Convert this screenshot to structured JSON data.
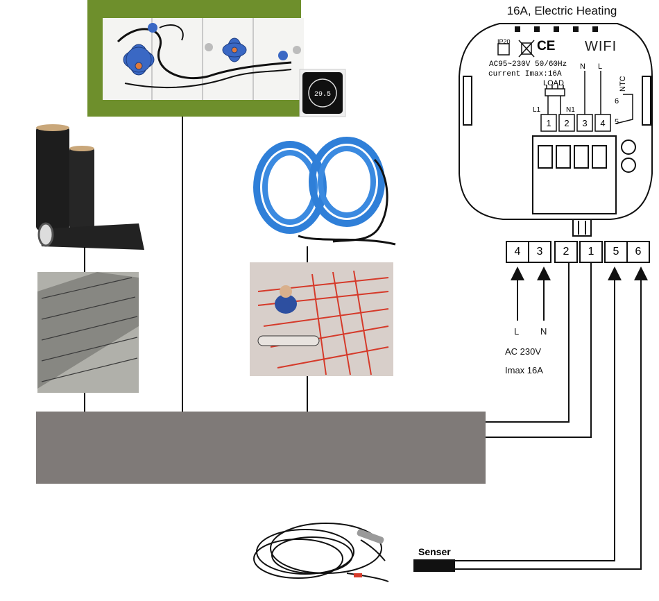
{
  "title": "16A, Electric Heating",
  "device": {
    "ip_rating": "IP20",
    "ce_mark": "CE",
    "wifi": "WIFI",
    "voltage": "AC95~230V 50/60Hz",
    "current": "current Imax:16A",
    "load": "LOAD",
    "l1": "L1",
    "n1": "N1",
    "n": "N",
    "l": "L",
    "ntc": "NTC",
    "ntc_pin_6": "6",
    "ntc_pin_5": "5",
    "terminals": [
      "1",
      "2",
      "3",
      "4"
    ],
    "thermostat_display": "29.5"
  },
  "terminal_block": [
    "4",
    "3",
    "2",
    "1",
    "5",
    "6"
  ],
  "supply": {
    "l_label": "L",
    "n_label": "N",
    "voltage": "AC 230V",
    "current": "Imax 16A"
  },
  "sensor_label": "Senser",
  "colors": {
    "panel_green": "#6e8f2c",
    "flower_blue": "#3a68c4",
    "cable_blue": "#2f7fd8",
    "heating_wire": "#d53a2a",
    "busbar_gray": "#7f7a78"
  }
}
